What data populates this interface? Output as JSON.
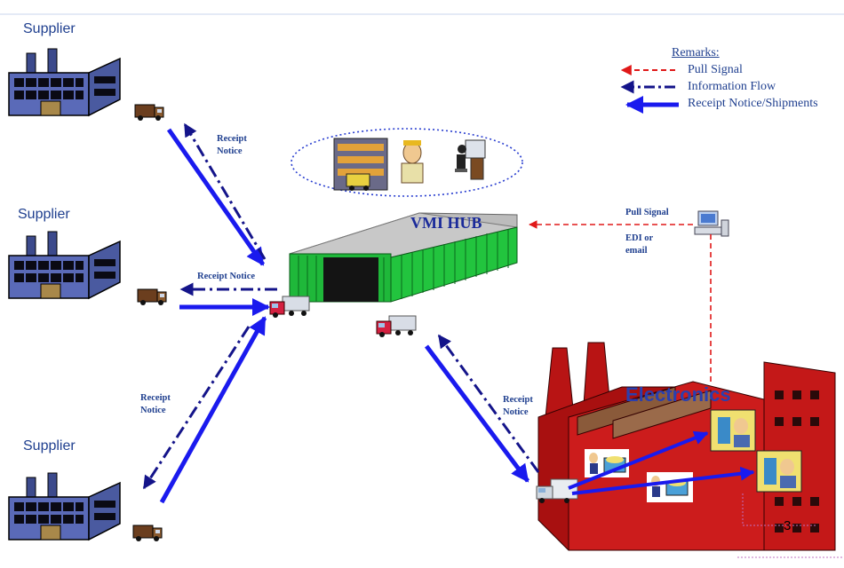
{
  "colors": {
    "pull_signal": "#e01818",
    "information_flow": "#14148a",
    "receipt_shipments": "#1a1aee",
    "hub_wall": "#1fb83a",
    "factory_red": "#c81818",
    "text_blue": "#1f3f8f"
  },
  "suppliers": [
    {
      "label": "Supplier"
    },
    {
      "label": "Supplier"
    },
    {
      "label": "Supplier"
    }
  ],
  "flow_notes": {
    "top": "Receipt Notice",
    "middle": "Receipt Notice",
    "bottom": "Receipt Notice",
    "factory": "Receipt Notice"
  },
  "hub": {
    "label": "VMI HUB"
  },
  "pull_signal": {
    "label": "Pull Signal",
    "sub": "EDI or email"
  },
  "remarks": {
    "title": "Remarks:",
    "items": [
      {
        "label": "Pull Signal",
        "line": "dashed-red"
      },
      {
        "label": "Information Flow",
        "line": "dashdot-navy"
      },
      {
        "label": "Receipt Notice/Shipments",
        "line": "solid-blue"
      }
    ]
  },
  "factory": {
    "label": "Electronics"
  },
  "icons": [
    "factory-icon",
    "truck-icon",
    "computer-icon",
    "forklift-icon",
    "worker-icon",
    "desk-icon",
    "machine-icon"
  ],
  "page_number": "3"
}
